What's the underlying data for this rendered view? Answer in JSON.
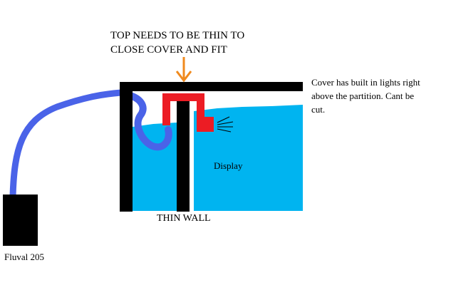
{
  "labels": {
    "top_note": [
      "TOP NEEDS TO BE THIN TO",
      "CLOSE COVER AND FIT"
    ],
    "cover_note": [
      "Cover has built in lights right",
      "above the partition. Cant be",
      "cut."
    ],
    "display": "Display",
    "thin_wall": "THIN WALL",
    "filter": "Fluval 205"
  },
  "colors": {
    "water": "#00b4f0",
    "hose": "#4a63e8",
    "hose_outline": "#2a3aa6",
    "overflow": "#ec1c24",
    "arrow": "#f08a1e",
    "structure": "#000000"
  }
}
